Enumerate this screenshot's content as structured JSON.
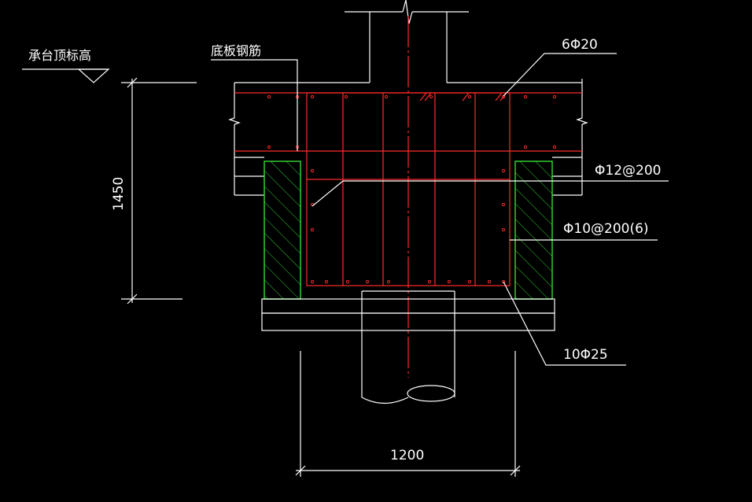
{
  "labels": {
    "cap_top_elevation": "承台顶标高",
    "bottom_slab_rebar": "底板钢筋",
    "top_rebar": "6Φ20",
    "stirrup_side": "Φ12@200",
    "stirrup_tie": "Φ10@200(6)",
    "bottom_rebar": "10Φ25",
    "dim_height": "1450",
    "dim_width": "1200"
  },
  "colors": {
    "background": "#000000",
    "line": "#ffffff",
    "rebar": "#ff2a2a",
    "brick": "#33cc33"
  }
}
